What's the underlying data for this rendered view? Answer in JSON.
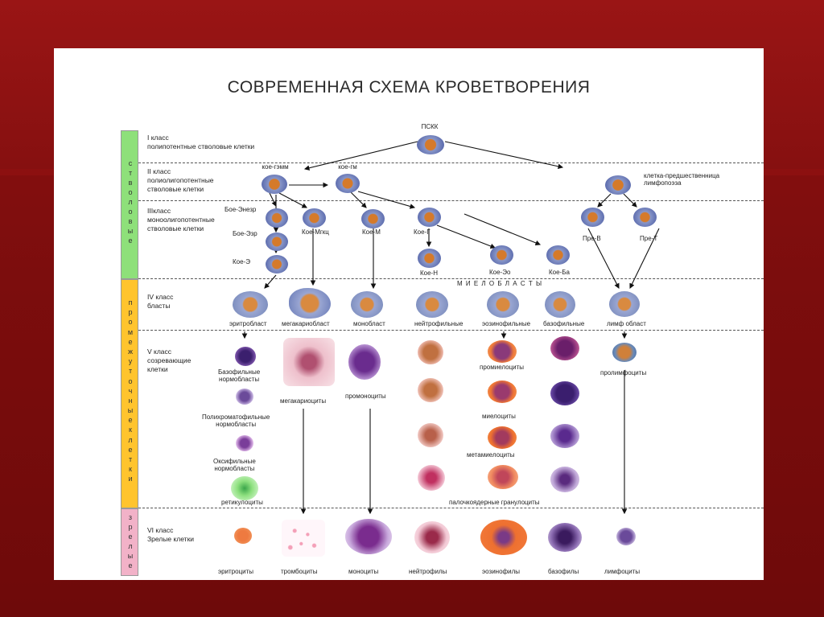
{
  "title": "СОВРЕМЕННАЯ СХЕМА КРОВЕТВОРЕНИЯ",
  "columns": {
    "stem": "стволовые",
    "intermediate": "промежуточные клетки",
    "mature": "зрелые"
  },
  "classes": {
    "c1": [
      "I класс",
      "полипотентные стволовые клетки"
    ],
    "c2": [
      "II класс",
      "полиолигопотентные",
      "стволовые клетки"
    ],
    "c3": [
      "IIIкласс",
      "моноолигопотентные",
      "стволовые клетки"
    ],
    "c4": [
      "IV класс",
      "бласты"
    ],
    "c5": [
      "V класс",
      "созревающие",
      "клетки"
    ],
    "c6": [
      "VI класс",
      "Зрелые клетки"
    ]
  },
  "labels": {
    "psk": "ПСКК",
    "koe_gemm": "кое-гэмм",
    "koe_l": "кое-гм",
    "lympho_precursor": [
      "клетка-предшественница",
      "лимфопоэза"
    ],
    "boe_ezer": "Бое-Энезр",
    "boe_ezr": "Бое-Эзр",
    "koe_e": "Кое-Э",
    "koe_mgc": "Кое-Мгкц",
    "koe_m": "Кое-М",
    "koe_g": "Кое-Г",
    "koe_n": "Кое-Н",
    "koe_eo": "Кое-Эо",
    "koe_ba": "Кое-Ба",
    "pre_b": "Пре-В",
    "pre_t": "Пре-Т",
    "myeloblasts": "М И Е Л О Б Л А С Т Ы",
    "blasts": [
      "эритробласт",
      "мегакариобласт",
      "монобласт",
      "нейтрофильные",
      "эозинофильные",
      "базофильные",
      "лимф област"
    ],
    "bazophil_normo": [
      "Базофильные",
      "нормобласты"
    ],
    "poly_normo": [
      "Полихроматофильные",
      "нормобласты"
    ],
    "oxy_normo": [
      "Оксифильные",
      "нормобласты"
    ],
    "reticulo": "ретикулоциты",
    "megakaryo": "мегакариоциты",
    "promono": "промоноциты",
    "promyelo": "промиелоциты",
    "myelo": "миелоциты",
    "metamyelo": "метамиелоциты",
    "band": "палочкоядерные гранулоциты",
    "prolympho": "пролимфоциты",
    "mature": [
      "эритроциты",
      "тромбоциты",
      "моноциты",
      "нейтрофилы",
      "эозинофилы",
      "базофилы",
      "лимфоциты"
    ]
  },
  "colors": {
    "background": "#8e1111",
    "stem_column": "#8ee07a",
    "intermediate_column": "#ffc42e",
    "mature_column": "#f2b2c8"
  }
}
